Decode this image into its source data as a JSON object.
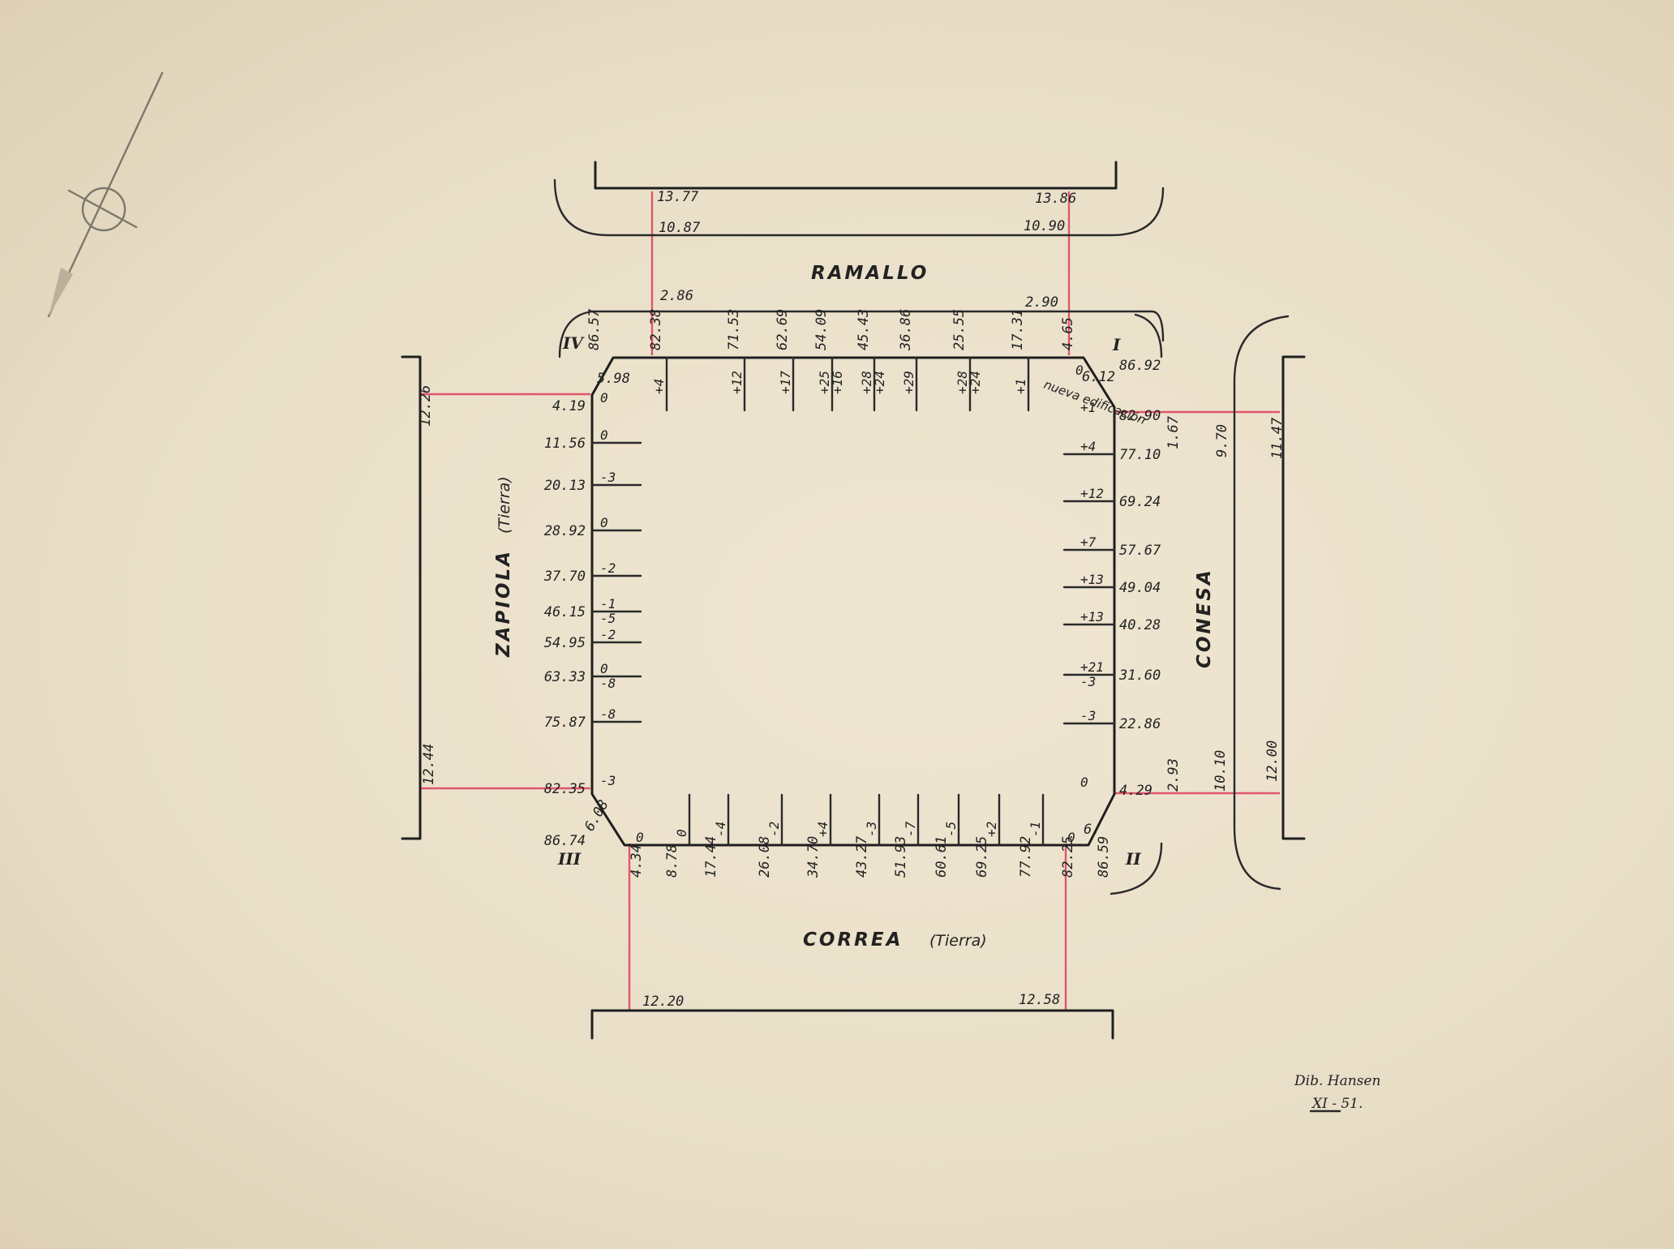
{
  "streets": {
    "north": "RAMALLO",
    "west": "ZAPIOLA",
    "west_note": "(Tierra)",
    "east": "CONESA",
    "south": "CORREA",
    "south_note": "(Tierra)"
  },
  "corners": {
    "i": "I",
    "ii": "II",
    "iii": "III",
    "iv": "IV"
  },
  "street_widths": {
    "north_outer_left": "13.77",
    "north_inner_left": "10.87",
    "north_outer_right": "13.86",
    "north_inner_right": "10.90",
    "north_sidewalk_left": "2.86",
    "north_sidewalk_right": "2.90",
    "west_top": "12.26",
    "west_bottom": "12.44",
    "east_top_sidewalk": "1.67",
    "east_top_inner": "9.70",
    "east_top_outer": "11.47",
    "east_bottom_sidewalk": "2.93",
    "east_bottom_inner": "10.10",
    "east_bottom_outer": "12.00",
    "south_left": "12.20",
    "south_right": "12.58"
  },
  "north_side": [
    {
      "dist": "86.57",
      "lvl": ""
    },
    {
      "dist": "82.38",
      "lvl": "+4"
    },
    {
      "dist": "71.53",
      "lvl": "+12"
    },
    {
      "dist": "62.69",
      "lvl": "+17"
    },
    {
      "dist": "54.09",
      "lvl": "+25 +16"
    },
    {
      "dist": "45.43",
      "lvl": "+28 +24"
    },
    {
      "dist": "36.86",
      "lvl": "+29"
    },
    {
      "dist": "25.55",
      "lvl": "+28 +24"
    },
    {
      "dist": "17.31",
      "lvl": "+1"
    },
    {
      "dist": "4.65",
      "lvl": "0"
    }
  ],
  "west_side": [
    {
      "dist": "4.19",
      "lvl": "0"
    },
    {
      "dist": "11.56",
      "lvl": "0"
    },
    {
      "dist": "20.13",
      "lvl": "-3"
    },
    {
      "dist": "28.92",
      "lvl": "0"
    },
    {
      "dist": "37.70",
      "lvl": "-2"
    },
    {
      "dist": "46.15",
      "lvl": "-1 -5"
    },
    {
      "dist": "54.95",
      "lvl": "-2"
    },
    {
      "dist": "63.33",
      "lvl": "0 -8"
    },
    {
      "dist": "75.87",
      "lvl": "-8"
    },
    {
      "dist": "82.35",
      "lvl": "-3"
    },
    {
      "dist": "86.74",
      "lvl": ""
    }
  ],
  "east_side": [
    {
      "dist": "86.92",
      "lvl": ""
    },
    {
      "dist": "82.90",
      "lvl": "+1"
    },
    {
      "dist": "77.10",
      "lvl": "+4"
    },
    {
      "dist": "69.24",
      "lvl": "+12"
    },
    {
      "dist": "57.67",
      "lvl": "+7"
    },
    {
      "dist": "49.04",
      "lvl": "+13"
    },
    {
      "dist": "40.28",
      "lvl": "+13"
    },
    {
      "dist": "31.60",
      "lvl": "+21 -3"
    },
    {
      "dist": "22.86",
      "lvl": "-3"
    },
    {
      "dist": "4.29",
      "lvl": "0"
    }
  ],
  "south_side": [
    {
      "dist": "4.34",
      "lvl": "0"
    },
    {
      "dist": "8.78",
      "lvl": "0"
    },
    {
      "dist": "17.44",
      "lvl": "-4"
    },
    {
      "dist": "26.08",
      "lvl": "-2"
    },
    {
      "dist": "34.70",
      "lvl": "+4"
    },
    {
      "dist": "43.27",
      "lvl": "-3"
    },
    {
      "dist": "51.93",
      "lvl": "-7"
    },
    {
      "dist": "60.61",
      "lvl": "-5"
    },
    {
      "dist": "69.25",
      "lvl": "+2"
    },
    {
      "dist": "77.92",
      "lvl": "-1"
    },
    {
      "dist": "82.25",
      "lvl": "0"
    },
    {
      "dist": "86.59",
      "lvl": ""
    }
  ],
  "chamfers": {
    "iv": "5.98",
    "iii": "6.08",
    "i": "6.12",
    "ii": "6."
  },
  "annotation": "nueva edificación",
  "signature": {
    "name": "Dib. Hansen",
    "date": "XI - 51."
  }
}
